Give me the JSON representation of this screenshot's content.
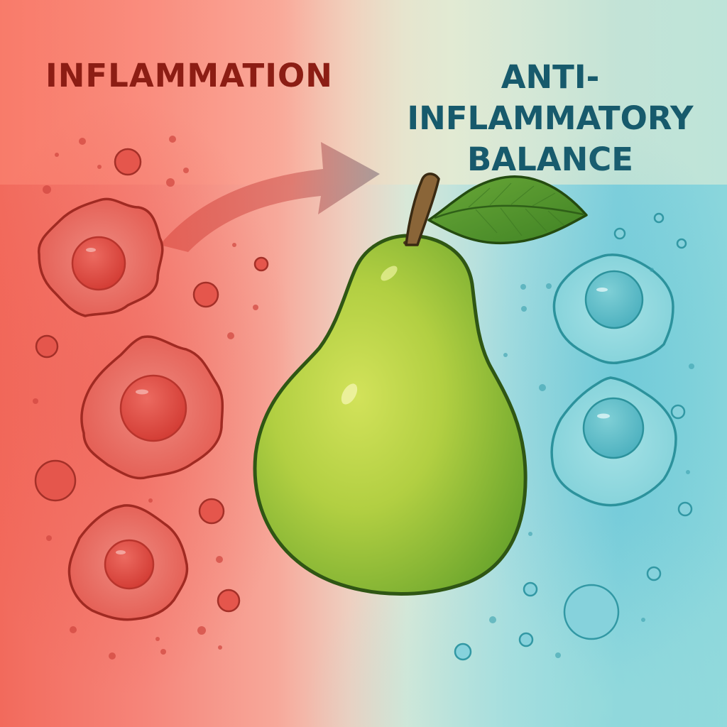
{
  "titles": {
    "left": "INFLAMMATION",
    "right_line1": "ANTI-INFLAMMATORY",
    "right_line2": "BALANCE"
  },
  "colors": {
    "inflammation_text": "#8c1d14",
    "balance_text": "#175a6c",
    "red_cell_fill": "#e8625a",
    "red_cell_stroke": "#9c2a22",
    "blue_cell_fill": "#7ccfd8",
    "blue_cell_stroke": "#2a8e98",
    "pear_fill": "#a8c83c",
    "pear_stroke": "#2f5614",
    "leaf_fill": "#5a9a2c",
    "stem_fill": "#8a6538"
  },
  "icons": {
    "arrow": "curved-arrow-icon",
    "pear": "pear-icon",
    "leaf": "leaf-icon",
    "inflamed_cell": "inflamed-cell-icon",
    "calm_cell": "calm-cell-icon"
  }
}
